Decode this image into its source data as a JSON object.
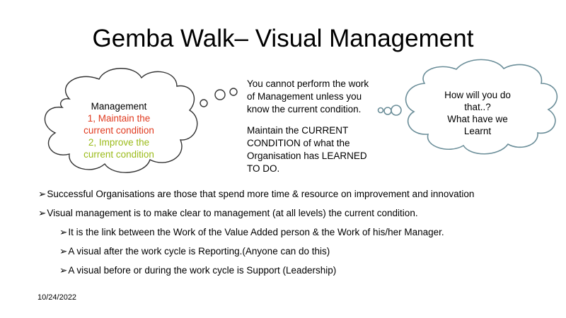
{
  "slide": {
    "title": "Gemba Walk– Visual Management",
    "date": "10/24/2022"
  },
  "left_cloud": {
    "line1": "Management",
    "line2": "1, Maintain the",
    "line3": "current condition",
    "line4": "2, Improve the",
    "line5": "current condition"
  },
  "center": {
    "para1_line1": "You cannot perform the work",
    "para1_line2": "of Management unless you",
    "para1_line3": "know the current condition.",
    "para2_line1": "Maintain the CURRENT",
    "para2_line2": "CONDITION of what the",
    "para2_line3": "Organisation has LEARNED",
    "para2_line4": "TO DO."
  },
  "right_cloud": {
    "line1": "How will you do",
    "line2": "that..?",
    "line3": "What have we",
    "line4": "Learnt"
  },
  "bullets": [
    "Successful Organisations are those that spend more time & resource on improvement and innovation",
    "Visual management is to make clear to management (at all levels) the current condition.",
    "It is the link between the Work of the Value Added person & the Work of his/her Manager.",
    "A visual after the work cycle is Reporting.(Anyone can do this)",
    "A visual before or during the work cycle is Support (Leadership)"
  ],
  "bullet_marker": "➢",
  "colors": {
    "red_text": "#e03a1f",
    "green_text": "#9bbb1a",
    "left_cloud_stroke": "#333333",
    "right_cloud_stroke": "#6b8e99"
  }
}
